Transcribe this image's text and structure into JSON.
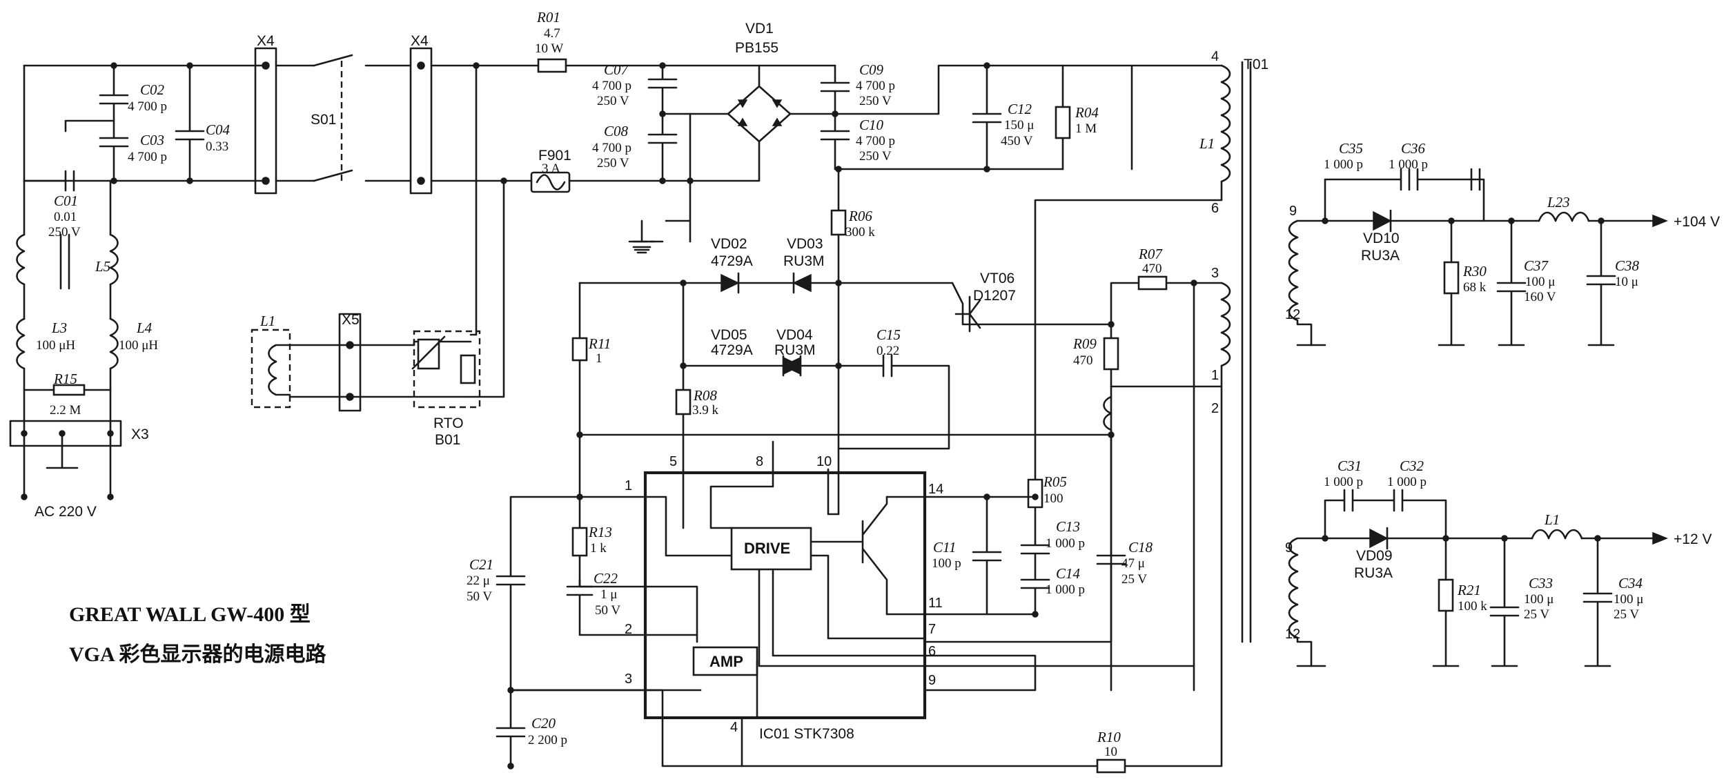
{
  "title_line1": "GREAT WALL GW-400 型",
  "title_line2": "VGA 彩色显示器的电源电路",
  "input": {
    "label": "AC 220 V",
    "connector": "X3"
  },
  "connectors": {
    "x4a": "X4",
    "x4b": "X4",
    "x5": "X5"
  },
  "switch": {
    "ref": "S01"
  },
  "caps": {
    "c01": {
      "ref": "C01",
      "v1": "0.01",
      "v2": "250 V"
    },
    "c02": {
      "ref": "C02",
      "v1": "4 700 p"
    },
    "c03": {
      "ref": "C03",
      "v1": "4 700 p"
    },
    "c04": {
      "ref": "C04",
      "v1": "0.33"
    },
    "c07": {
      "ref": "C07",
      "v1": "4 700 p",
      "v2": "250 V"
    },
    "c08": {
      "ref": "C08",
      "v1": "4 700 p",
      "v2": "250 V"
    },
    "c09": {
      "ref": "C09",
      "v1": "4 700 p",
      "v2": "250 V"
    },
    "c10": {
      "ref": "C10",
      "v1": "4 700 p",
      "v2": "250 V"
    },
    "c12": {
      "ref": "C12",
      "v1": "150 μ",
      "v2": "450 V"
    },
    "c15": {
      "ref": "C15",
      "v1": "0.22"
    },
    "c11": {
      "ref": "C11",
      "v1": "100 p"
    },
    "c13": {
      "ref": "C13",
      "v1": "1 000 p"
    },
    "c14": {
      "ref": "C14",
      "v1": "1 000 p"
    },
    "c18": {
      "ref": "C18",
      "v1": "47 μ",
      "v2": "25 V"
    },
    "c20": {
      "ref": "C20",
      "v1": "2 200 p"
    },
    "c21": {
      "ref": "C21",
      "v1": "22 μ",
      "v2": "50 V"
    },
    "c22": {
      "ref": "C22",
      "v1": "1 μ",
      "v2": "50 V"
    },
    "c35": {
      "ref": "C35",
      "v1": "1 000 p"
    },
    "c36": {
      "ref": "C36",
      "v1": "1 000 p"
    },
    "c37": {
      "ref": "C37",
      "v1": "100 μ",
      "v2": "160 V"
    },
    "c38": {
      "ref": "C38",
      "v1": "10 μ"
    },
    "c31": {
      "ref": "C31",
      "v1": "1 000 p"
    },
    "c32": {
      "ref": "C32",
      "v1": "1 000 p"
    },
    "c33": {
      "ref": "C33",
      "v1": "100 μ",
      "v2": "25 V"
    },
    "c34": {
      "ref": "C34",
      "v1": "100 μ",
      "v2": "25 V"
    }
  },
  "resistors": {
    "r01": {
      "ref": "R01",
      "v1": "4.7",
      "v2": "10 W"
    },
    "r04": {
      "ref": "R04",
      "v1": "1 M"
    },
    "r06": {
      "ref": "R06",
      "v1": "300 k"
    },
    "r07": {
      "ref": "R07",
      "v1": "470"
    },
    "r09": {
      "ref": "R09",
      "v1": "470"
    },
    "r11": {
      "ref": "R11",
      "v1": "1"
    },
    "r08": {
      "ref": "R08",
      "v1": "3.9 k"
    },
    "r13": {
      "ref": "R13",
      "v1": "1 k"
    },
    "r05": {
      "ref": "R05",
      "v1": "100"
    },
    "r10": {
      "ref": "R10",
      "v1": "10"
    },
    "r15": {
      "ref": "R15",
      "v1": "2.2 M"
    },
    "r30": {
      "ref": "R30",
      "v1": "68 k"
    },
    "r21": {
      "ref": "R21",
      "v1": "100 k"
    }
  },
  "inductors": {
    "l5": {
      "ref": "L5"
    },
    "l3": {
      "ref": "L3",
      "v1": "100 μH"
    },
    "l4": {
      "ref": "L4",
      "v1": "100 μH"
    },
    "l1deg": {
      "ref": "L1"
    },
    "l23": {
      "ref": "L23"
    },
    "l1out": {
      "ref": "L1"
    }
  },
  "fuse": {
    "ref": "F901",
    "v1": "3 A"
  },
  "thermistor": {
    "ref1": "RTO",
    "ref2": "B01"
  },
  "diodes": {
    "vd1": {
      "ref": "VD1",
      "part": "PB155"
    },
    "vd02": {
      "ref": "VD02",
      "part": "4729A"
    },
    "vd03": {
      "ref": "VD03",
      "part": "RU3M"
    },
    "vd05": {
      "ref": "VD05",
      "part": "4729A"
    },
    "vd04": {
      "ref": "VD04",
      "part": "RU3M"
    },
    "vd10": {
      "ref": "VD10",
      "part": "RU3A"
    },
    "vd09": {
      "ref": "VD09",
      "part": "RU3A"
    }
  },
  "transistor": {
    "ref": "VT06",
    "part": "D1207"
  },
  "ic": {
    "label": "IC01 STK7308",
    "drive": "DRIVE",
    "amp": "AMP",
    "pins": [
      "1",
      "2",
      "3",
      "4",
      "5",
      "6",
      "7",
      "8",
      "9",
      "10",
      "11",
      "14"
    ]
  },
  "transformer": {
    "ref": "T01",
    "prim": "L1",
    "pins": {
      "p4": "4",
      "p6": "6",
      "p3": "3",
      "p1": "1",
      "p2": "2",
      "s9a": "9",
      "s12a": "12",
      "s9b": "9",
      "s12b": "12"
    }
  },
  "outputs": {
    "hv": "+104 V",
    "lv": "+12 V"
  }
}
